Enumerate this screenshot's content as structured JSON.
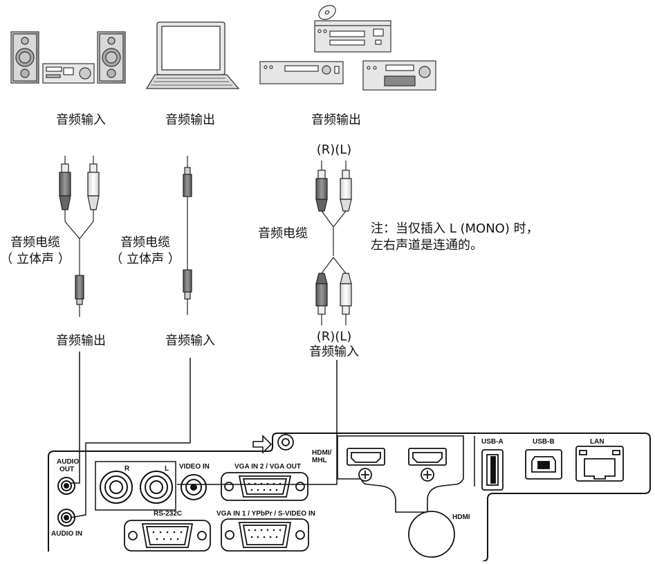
{
  "devices": {
    "stereo_label": "音频输入",
    "laptop_label": "音频输出",
    "av_label": "音频输出"
  },
  "cables": {
    "rca_stereo": {
      "name_line1": "音频电缆",
      "name_line2": "（ 立体声 ）",
      "bottom_label": "音频输出"
    },
    "mini_stereo": {
      "name_line1": "音频电缆",
      "name_line2": "（ 立体声 ）",
      "bottom_label": "音频输入"
    },
    "rca_y": {
      "top_rl": "(R)(L)",
      "name": "音频电缆",
      "bottom_rl": "(R)(L)",
      "bottom_label": "音频输入"
    }
  },
  "note": {
    "line1": "注：当仅插入 L (MONO) 时，",
    "line2": "左右声道是连通的。"
  },
  "panel": {
    "audio_out_1": "AUDIO",
    "audio_out_2": "OUT",
    "audio_in": "AUDIO IN",
    "rca_r": "R",
    "rca_l": "L",
    "video_in": "VIDEO IN",
    "vga_in2_out": "VGA IN 2 / VGA OUT",
    "hdmi_mhl_1": "HDMI/",
    "hdmi_mhl_2": "MHL",
    "hdmi": "HDMI",
    "usb_a": "USB-A",
    "usb_b": "USB-B",
    "lan": "LAN",
    "rs232c": "RS-232C",
    "vga_in1": "VGA IN 1 / YPbPr / S-VIDEO IN"
  }
}
